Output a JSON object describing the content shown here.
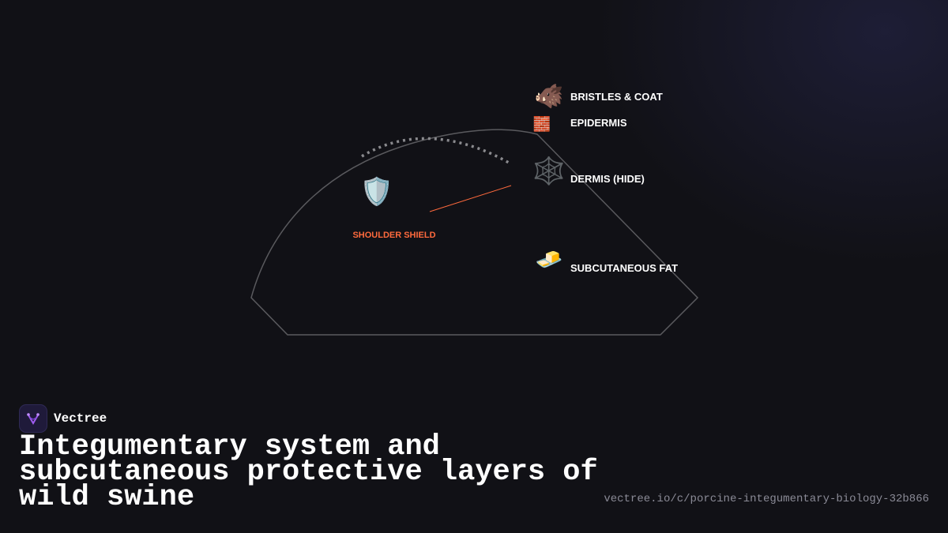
{
  "brand": {
    "name": "Vectree",
    "logo_icon": "vectree-logo-icon"
  },
  "title": "Integumentary system and subcutaneous protective layers of wild swine",
  "url": "vectree.io/c/porcine-integumentary-biology-32b866",
  "diagram": {
    "layers": [
      {
        "icon": "boar-icon",
        "glyph": "🐗",
        "label": "BRISTLES & COAT"
      },
      {
        "icon": "brick-icon",
        "glyph": "🧱",
        "label": "EPIDERMIS"
      },
      {
        "icon": "web-icon",
        "glyph": "🕸️",
        "label": "DERMIS (HIDE)"
      },
      {
        "icon": "butter-icon",
        "glyph": "🧈",
        "label": "SUBCUTANEOUS FAT"
      }
    ],
    "callout": {
      "icon": "shield-icon",
      "glyph": "🛡️",
      "label": "SHOULDER SHIELD"
    }
  },
  "colors": {
    "background": "#111116",
    "outline": "#5a5a5e",
    "accent": "#ff6a3d",
    "logo_purple": "#a05cf0"
  }
}
